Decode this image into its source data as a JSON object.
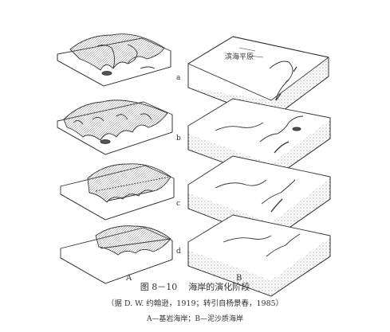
{
  "figure": {
    "number": "图 8－10",
    "title": "海岸的演化阶段",
    "source": "（据 D. W. 约翰逊，1919；转引自杨景春，1985）",
    "legend": "A—基岩海岸；B—泥沙质海岸"
  },
  "columns": {
    "a": "A",
    "b": "B"
  },
  "stages": [
    "a",
    "b",
    "c",
    "d"
  ],
  "inside_label": "滨海平原"
}
